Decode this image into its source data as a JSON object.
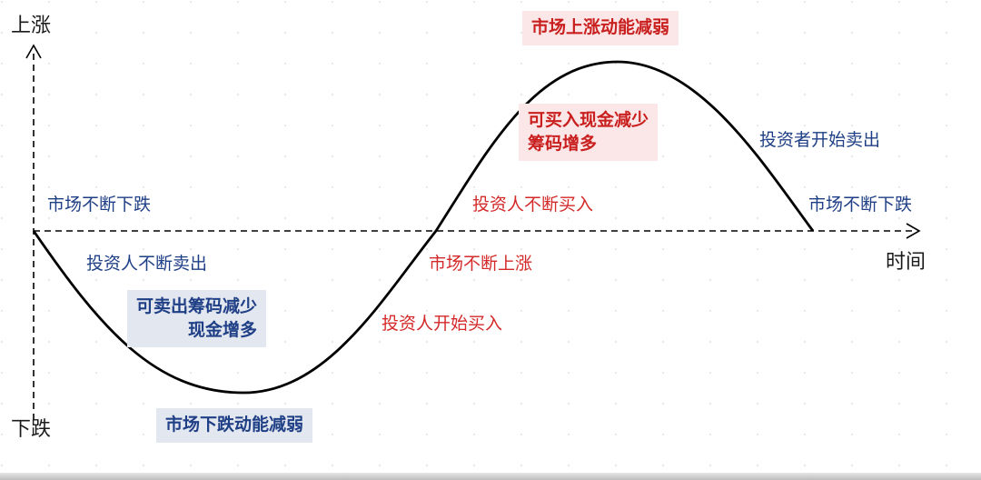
{
  "axes": {
    "y_top": "上涨",
    "y_bottom": "下跌",
    "x_end": "时间"
  },
  "annotations": {
    "left_top": "市场不断下跌",
    "left_sell": "投资人不断卖出",
    "mid_buy": "投资人不断买入",
    "mid_rise": "市场不断上涨",
    "mid_start_buy": "投资人开始买入",
    "right_start_sell": "投资者开始卖出",
    "right_fall": "市场不断下跌"
  },
  "boxes": {
    "top_peak": "市场上涨动能减弱",
    "upper_line1": "可买入现金减少",
    "upper_line2": "筹码增多",
    "lower_line1": "可卖出筹码减少",
    "lower_line2": "现金增多",
    "bottom_trough": "市场下跌动能减弱"
  },
  "colors": {
    "curve": "#000000",
    "blue_text": "#1f3f86",
    "red_text": "#d42a2a",
    "red_box": "#fbe7e7",
    "blue_box": "#e3e7ef"
  }
}
